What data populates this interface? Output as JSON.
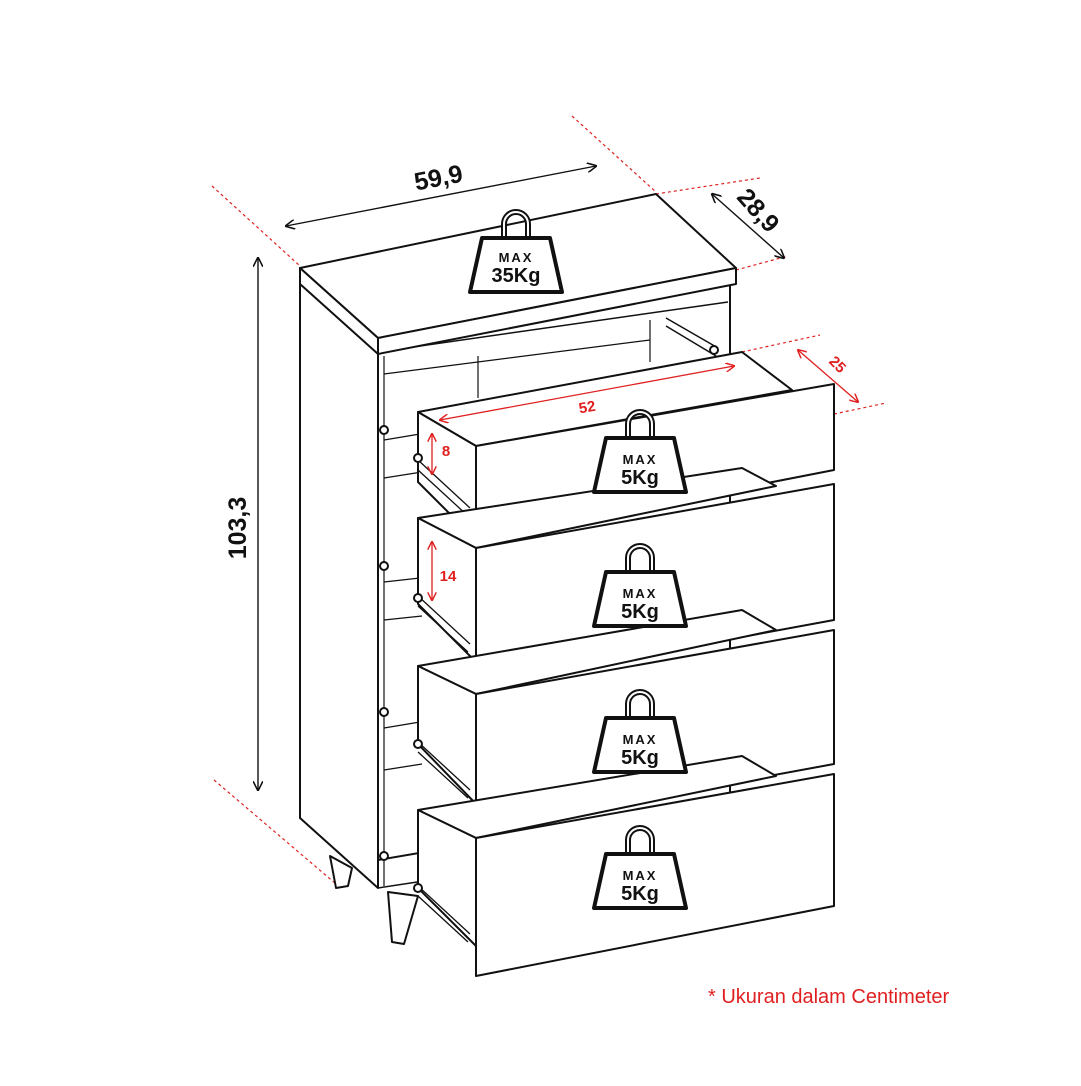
{
  "dimensions": {
    "width": "59,9",
    "depth": "28,9",
    "height": "103,3",
    "drawer_inner_width": "52",
    "drawer_inner_depth": "25",
    "drawer_top_height": "8",
    "drawer_height": "14"
  },
  "weights": {
    "top": {
      "max": "MAX",
      "value": "35Kg"
    },
    "drawers": [
      {
        "max": "MAX",
        "value": "5Kg"
      },
      {
        "max": "MAX",
        "value": "5Kg"
      },
      {
        "max": "MAX",
        "value": "5Kg"
      },
      {
        "max": "MAX",
        "value": "5Kg"
      }
    ]
  },
  "note": "* Ukuran dalam Centimeter",
  "colors": {
    "line": "#111111",
    "accent": "#e02020",
    "background": "#ffffff"
  }
}
